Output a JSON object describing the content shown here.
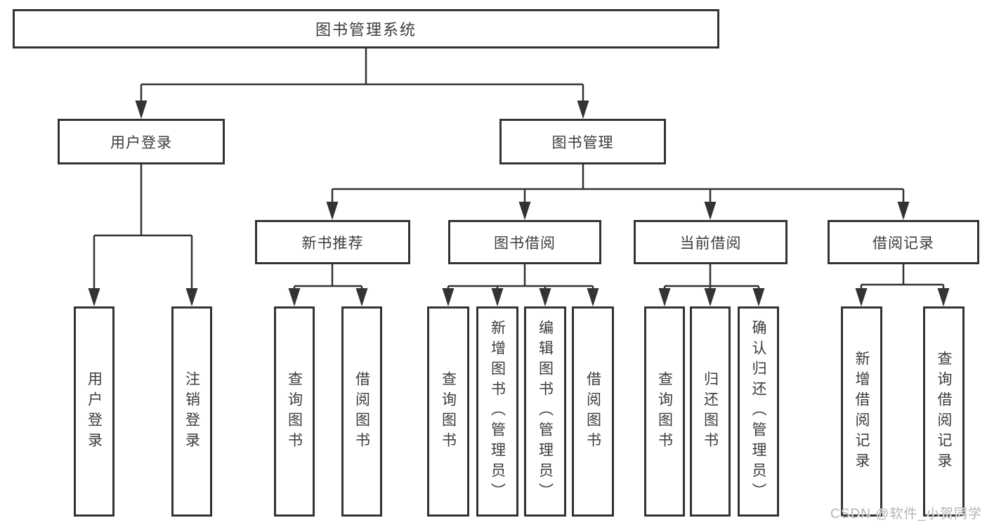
{
  "page": {
    "title": "图书管理系统"
  },
  "watermark": {
    "text": "CSDN @软件_小贺同学"
  },
  "colors": {
    "line": "#333333",
    "box_border": "#333333",
    "box_background": "#ffffff",
    "text": "#3c3c3c",
    "watermark": "#b5b5b5"
  },
  "nodes": {
    "root": {
      "label": "图书管理系统"
    },
    "user_login": {
      "label": "用户登录"
    },
    "book_mgmt": {
      "label": "图书管理"
    },
    "new_book_rec": {
      "label": "新书推荐"
    },
    "book_borrow": {
      "label": "图书借阅"
    },
    "current_borrow": {
      "label": "当前借阅"
    },
    "borrow_records": {
      "label": "借阅记录"
    },
    "leaf_user_login": {
      "label": "用户登录"
    },
    "leaf_logout": {
      "label": "注销登录"
    },
    "leaf_nb_query": {
      "label": "查询图书"
    },
    "leaf_nb_borrow": {
      "label": "借阅图书"
    },
    "leaf_bb_query": {
      "label": "查询图书"
    },
    "leaf_bb_add": {
      "label": "新增图书（管理员）"
    },
    "leaf_bb_edit": {
      "label": "编辑图书（管理员）"
    },
    "leaf_bb_borrow": {
      "label": "借阅图书"
    },
    "leaf_cb_query": {
      "label": "查询图书"
    },
    "leaf_cb_return": {
      "label": "归还图书"
    },
    "leaf_cb_confirm": {
      "label": "确认归还（管理员）"
    },
    "leaf_br_add": {
      "label": "新增借阅记录"
    },
    "leaf_br_query": {
      "label": "查询借阅记录"
    }
  },
  "hierarchy": {
    "图书管理系统": [
      "用户登录",
      "图书管理"
    ],
    "用户登录": [
      "用户登录",
      "注销登录"
    ],
    "图书管理": [
      "新书推荐",
      "图书借阅",
      "当前借阅",
      "借阅记录"
    ],
    "新书推荐": [
      "查询图书",
      "借阅图书"
    ],
    "图书借阅": [
      "查询图书",
      "新增图书（管理员）",
      "编辑图书（管理员）",
      "借阅图书"
    ],
    "当前借阅": [
      "查询图书",
      "归还图书",
      "确认归还（管理员）"
    ],
    "借阅记录": [
      "新增借阅记录",
      "查询借阅记录"
    ]
  }
}
